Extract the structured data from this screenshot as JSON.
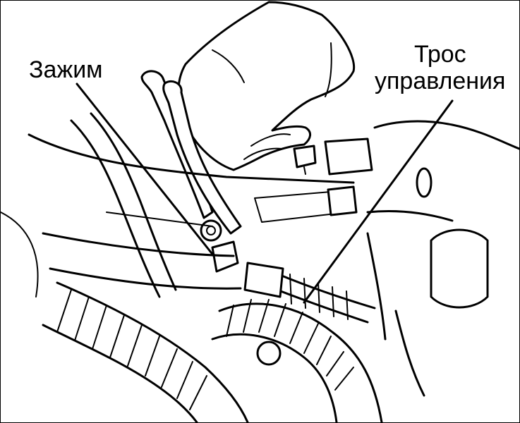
{
  "labels": {
    "clamp": "Зажим",
    "cable_line1": "Трос",
    "cable_line2": "управления"
  },
  "style": {
    "line_color": "#000000",
    "background": "#ffffff"
  }
}
